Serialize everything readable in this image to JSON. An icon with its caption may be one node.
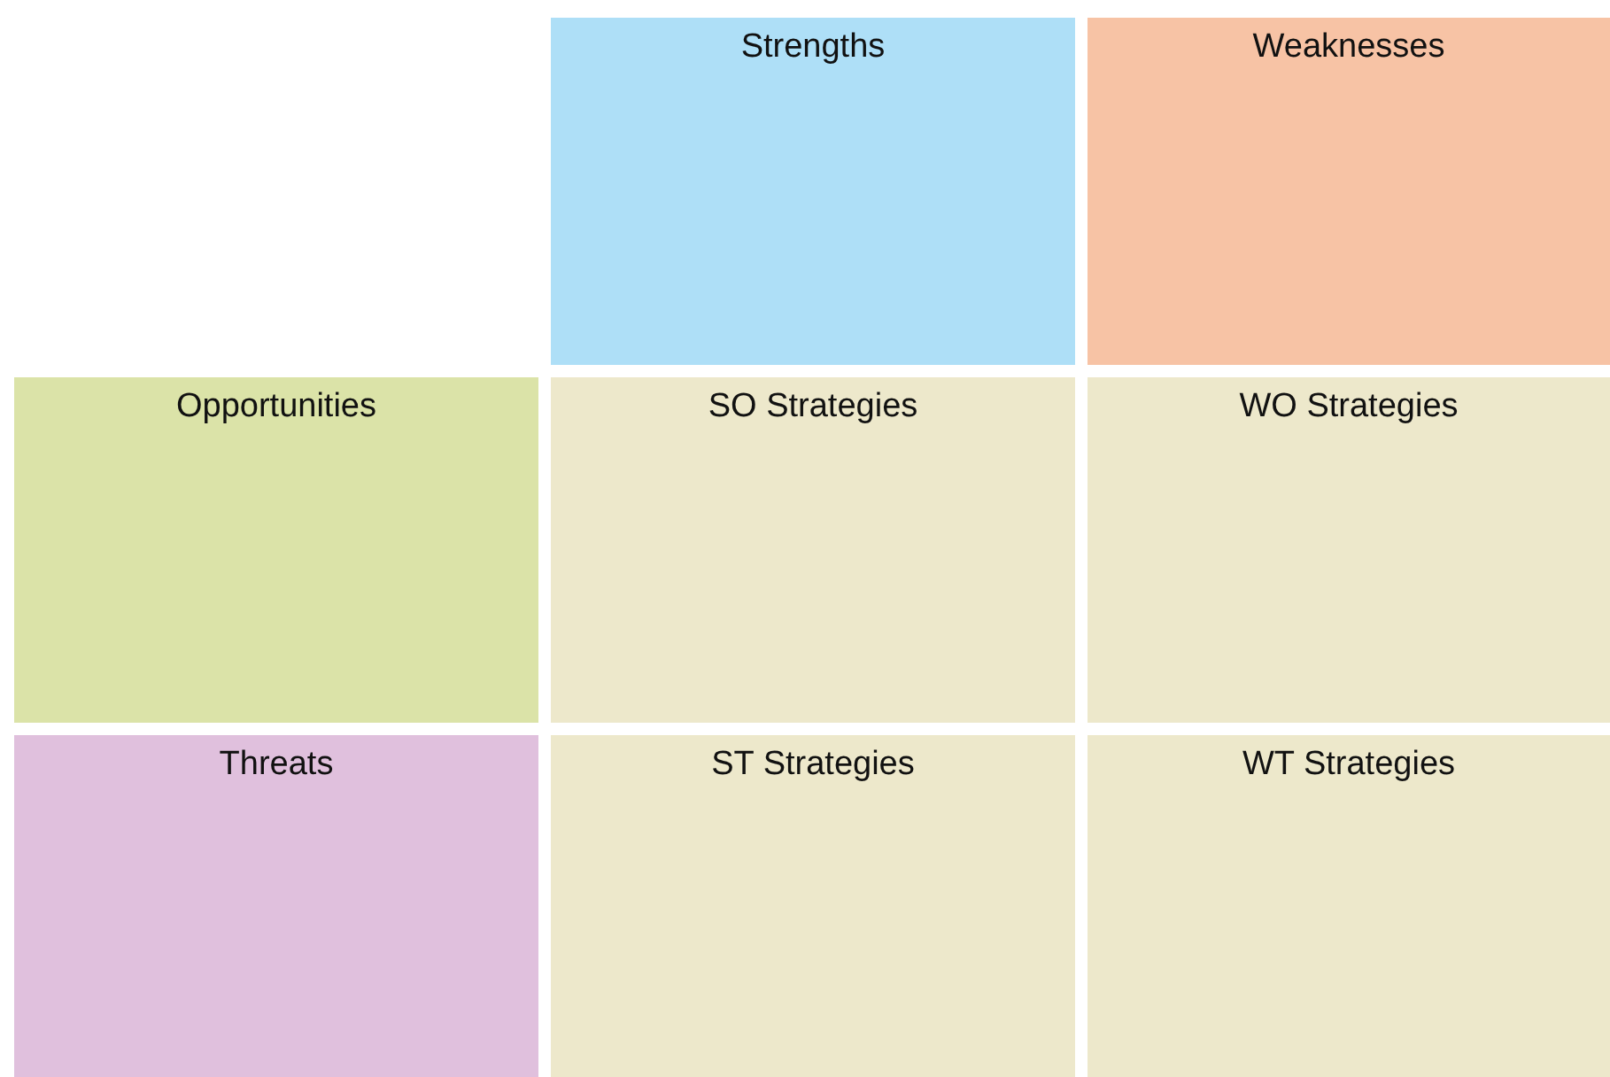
{
  "diagram": {
    "nodes": [
      {
        "text": [
          "Strengths"
        ]
      },
      {
        "text": [
          "Weaknesses"
        ]
      },
      {
        "text": [
          "Opportunities"
        ]
      },
      {
        "text": [
          "SO Strategies"
        ]
      },
      {
        "text": [
          "WO Strategies"
        ]
      },
      {
        "text": [
          "Threats"
        ]
      },
      {
        "text": [
          "ST Strategies"
        ]
      },
      {
        "text": [
          "WT Strategies"
        ]
      }
    ]
  }
}
